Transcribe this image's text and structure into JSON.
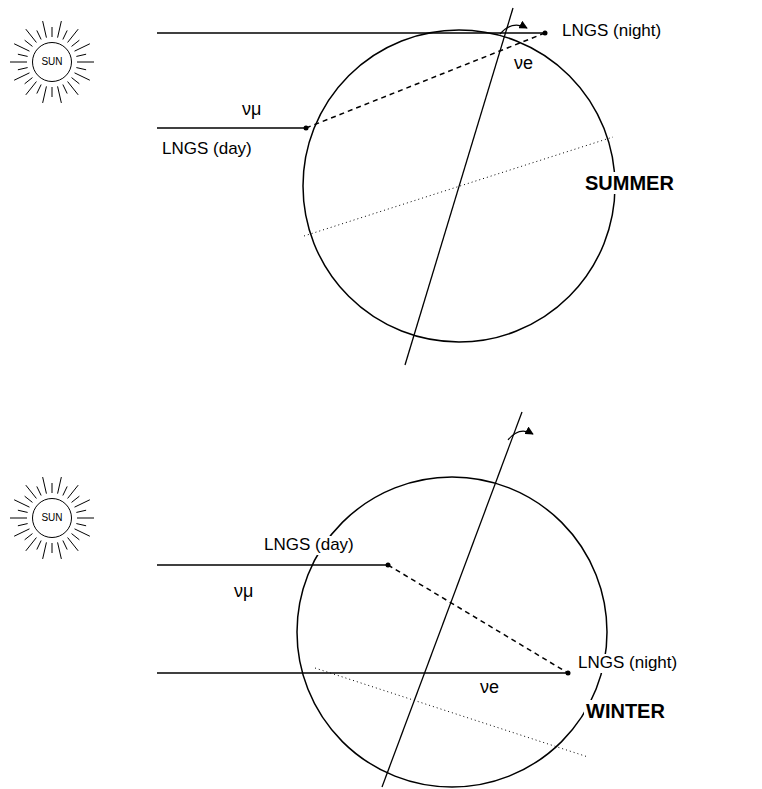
{
  "diagram": {
    "nodes": [
      {
        "text": [
          "SUN"
        ]
      },
      {
        "text": [
          "SUN"
        ]
      }
    ],
    "labels": [
      "LNGS (night)",
      "νμ",
      "νe",
      "LNGS (day)",
      "SUMMER",
      "LNGS (day)",
      "νμ",
      "LNGS (night)",
      "νe",
      "WINTER"
    ]
  }
}
